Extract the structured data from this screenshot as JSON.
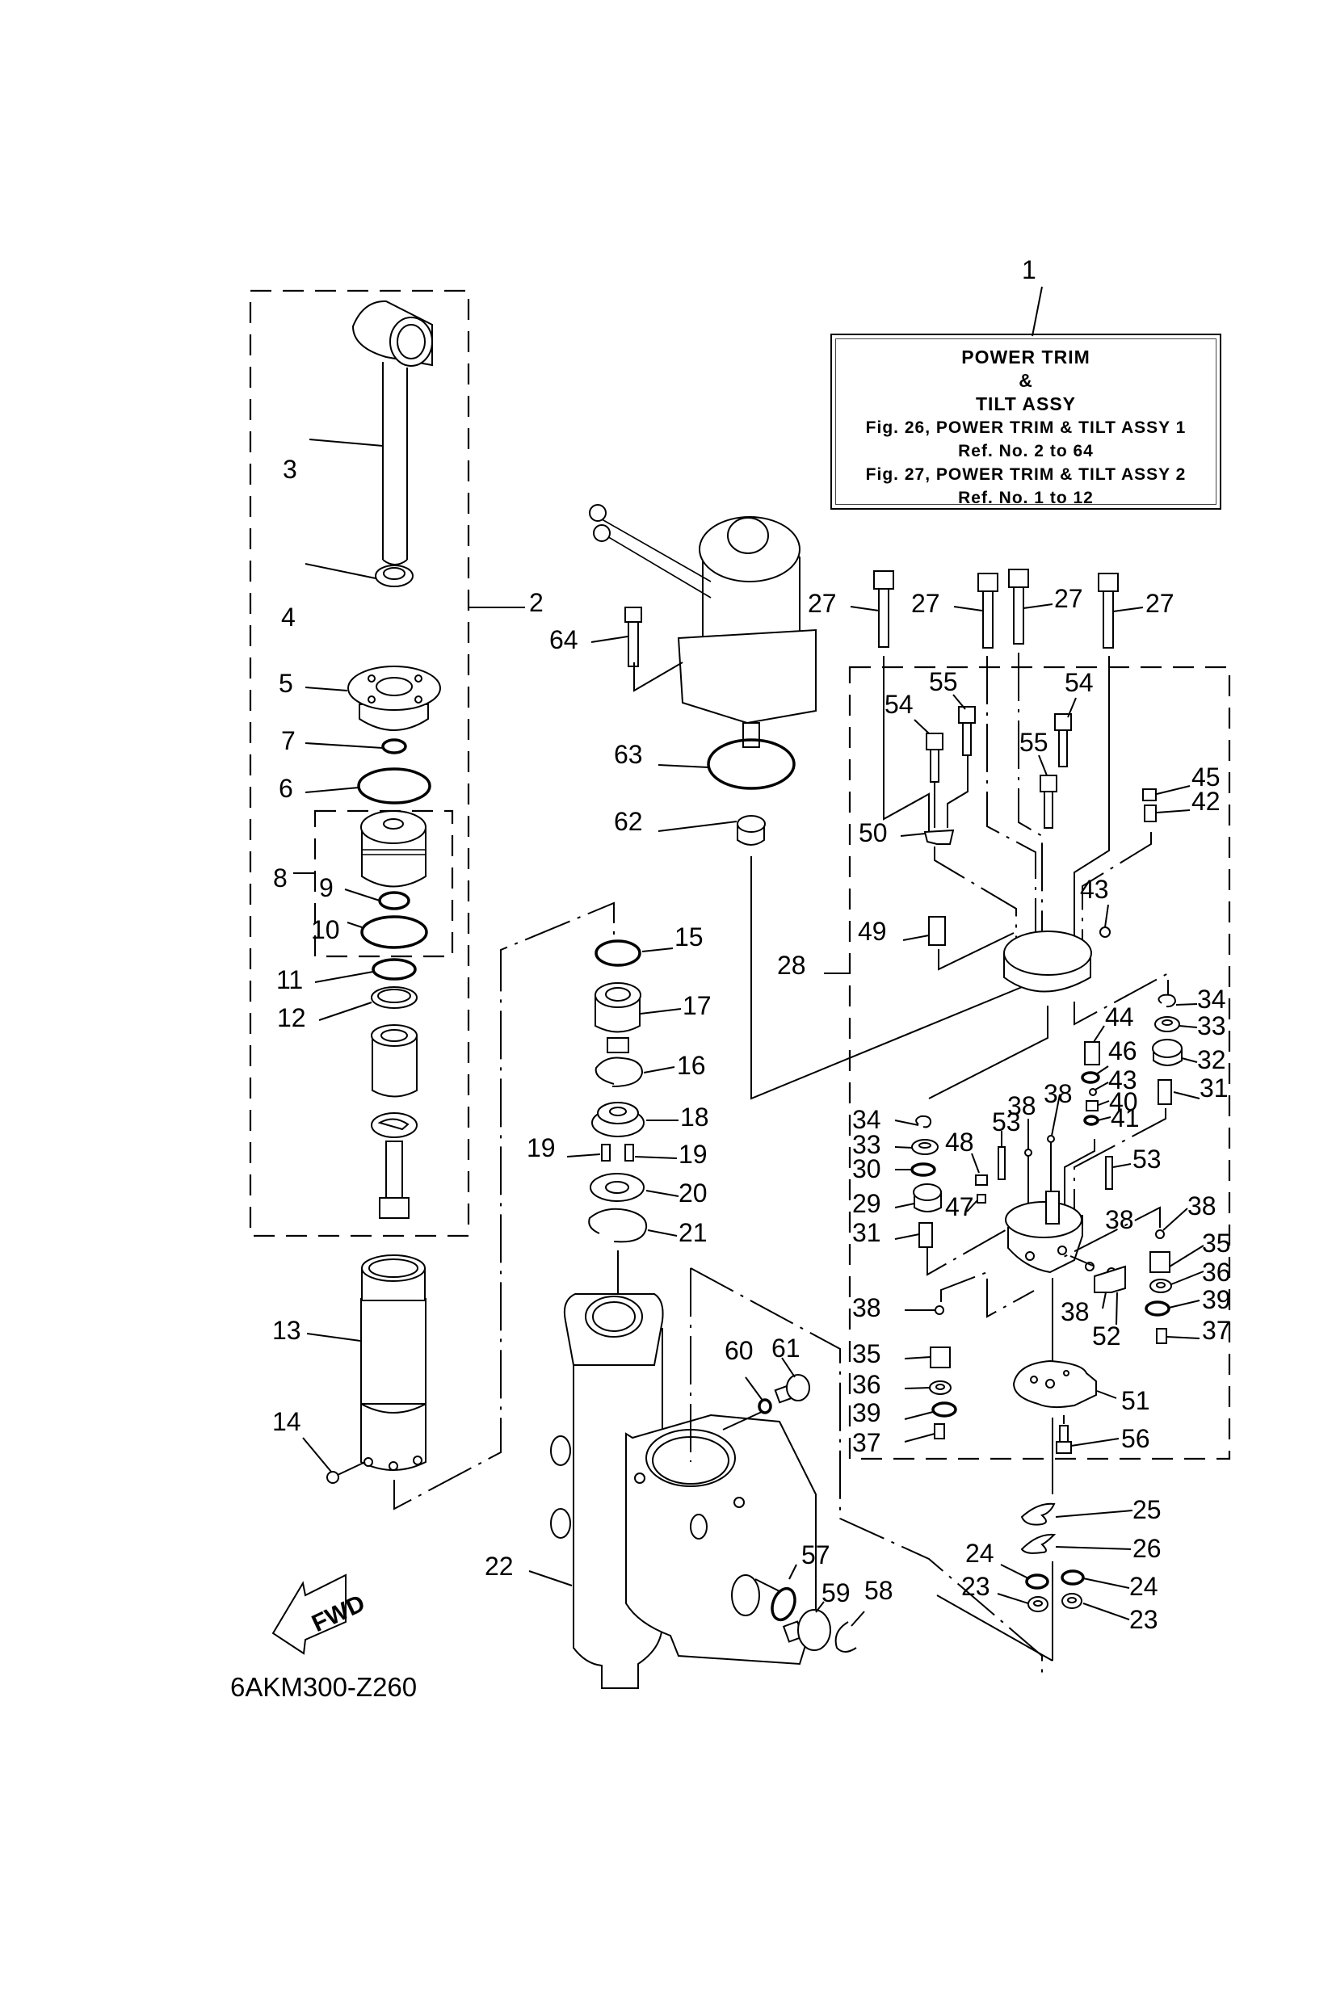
{
  "figure": {
    "title_box": {
      "ref": "1",
      "line1": "POWER TRIM",
      "line2": "&",
      "line3": "TILT ASSY",
      "line4": "Fig. 26, POWER TRIM & TILT ASSY 1",
      "line5": "Ref. No. 2 to 64",
      "line6": "Fig. 27, POWER TRIM & TILT ASSY 2",
      "line7": "Ref. No. 1 to 12"
    },
    "diagram_code": "6AKM300-Z260",
    "direction_arrow": {
      "label": "FWD",
      "icon": "fwd-arrow-icon"
    }
  },
  "callouts": [
    "2",
    "3",
    "4",
    "5",
    "7",
    "6",
    "8",
    "9",
    "10",
    "11",
    "12",
    "13",
    "14",
    "15",
    "17",
    "16",
    "18",
    "19",
    "19",
    "20",
    "21",
    "22",
    "27",
    "27",
    "27",
    "27",
    "64",
    "55",
    "54",
    "54",
    "55",
    "45",
    "42",
    "50",
    "63",
    "62",
    "43",
    "49",
    "28",
    "44",
    "34",
    "33",
    "32",
    "46",
    "43",
    "31",
    "40",
    "41",
    "38",
    "38",
    "34",
    "33",
    "30",
    "29",
    "48",
    "53",
    "47",
    "31",
    "53",
    "38",
    "38",
    "35",
    "36",
    "39",
    "37",
    "38",
    "38",
    "35",
    "36",
    "39",
    "37",
    "52",
    "51",
    "56",
    "61",
    "60",
    "57",
    "59",
    "58",
    "25",
    "26",
    "24",
    "24",
    "23",
    "23"
  ]
}
